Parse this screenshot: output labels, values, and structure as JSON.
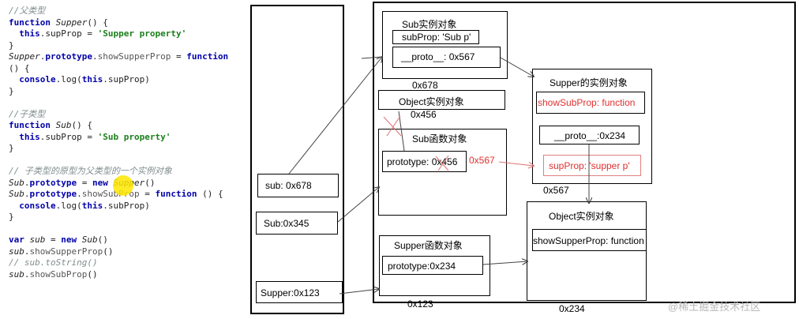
{
  "code": [
    {
      "tokens": [
        {
          "c": "cm",
          "t": "//父类型"
        }
      ]
    },
    {
      "tokens": [
        {
          "c": "kw",
          "t": "function "
        },
        {
          "c": "fn",
          "t": "Supper"
        },
        {
          "c": "plain",
          "t": "() {"
        }
      ]
    },
    {
      "tokens": [
        {
          "c": "plain",
          "t": "  "
        },
        {
          "c": "this",
          "t": "this"
        },
        {
          "c": "plain",
          "t": ".supProp = "
        },
        {
          "c": "str",
          "t": "'Supper property'"
        }
      ]
    },
    {
      "tokens": [
        {
          "c": "plain",
          "t": "}"
        }
      ]
    },
    {
      "tokens": [
        {
          "c": "fn",
          "t": "Supper"
        },
        {
          "c": "plain",
          "t": "."
        },
        {
          "c": "kw",
          "t": "prototype"
        },
        {
          "c": "plain",
          "t": "."
        },
        {
          "c": "prop",
          "t": "showSupperProp"
        },
        {
          "c": "plain",
          "t": " = "
        },
        {
          "c": "kw",
          "t": "function"
        }
      ]
    },
    {
      "tokens": [
        {
          "c": "plain",
          "t": "() {"
        }
      ]
    },
    {
      "tokens": [
        {
          "c": "plain",
          "t": "  "
        },
        {
          "c": "kw",
          "t": "console"
        },
        {
          "c": "plain",
          "t": ".log("
        },
        {
          "c": "this",
          "t": "this"
        },
        {
          "c": "plain",
          "t": ".supProp)"
        }
      ]
    },
    {
      "tokens": [
        {
          "c": "plain",
          "t": "}"
        }
      ]
    },
    {
      "tokens": [
        {
          "c": "plain",
          "t": ""
        }
      ]
    },
    {
      "tokens": [
        {
          "c": "cm",
          "t": "//子类型"
        }
      ]
    },
    {
      "tokens": [
        {
          "c": "kw",
          "t": "function "
        },
        {
          "c": "fn",
          "t": "Sub"
        },
        {
          "c": "plain",
          "t": "() {"
        }
      ]
    },
    {
      "tokens": [
        {
          "c": "plain",
          "t": "  "
        },
        {
          "c": "this",
          "t": "this"
        },
        {
          "c": "plain",
          "t": ".subProp = "
        },
        {
          "c": "str",
          "t": "'Sub property'"
        }
      ]
    },
    {
      "tokens": [
        {
          "c": "plain",
          "t": "}"
        }
      ]
    },
    {
      "tokens": [
        {
          "c": "plain",
          "t": ""
        }
      ]
    },
    {
      "tokens": [
        {
          "c": "cm",
          "t": "// 子类型的原型为父类型的一个实例对象"
        }
      ]
    },
    {
      "tokens": [
        {
          "c": "fn",
          "t": "Sub"
        },
        {
          "c": "plain",
          "t": "."
        },
        {
          "c": "kw",
          "t": "prototype"
        },
        {
          "c": "plain",
          "t": " = "
        },
        {
          "c": "kw",
          "t": "new "
        },
        {
          "c": "fn",
          "t": "Supper"
        },
        {
          "c": "plain",
          "t": "()"
        }
      ]
    },
    {
      "tokens": [
        {
          "c": "fn",
          "t": "Sub"
        },
        {
          "c": "plain",
          "t": "."
        },
        {
          "c": "kw",
          "t": "prototype"
        },
        {
          "c": "plain",
          "t": "."
        },
        {
          "c": "prop",
          "t": "showSubProp"
        },
        {
          "c": "plain",
          "t": " = "
        },
        {
          "c": "kw",
          "t": "function"
        },
        {
          "c": "plain",
          "t": " () {"
        }
      ]
    },
    {
      "tokens": [
        {
          "c": "plain",
          "t": "  "
        },
        {
          "c": "kw",
          "t": "console"
        },
        {
          "c": "plain",
          "t": ".log("
        },
        {
          "c": "this",
          "t": "this"
        },
        {
          "c": "plain",
          "t": ".subProp)"
        }
      ]
    },
    {
      "tokens": [
        {
          "c": "plain",
          "t": "}"
        }
      ]
    },
    {
      "tokens": [
        {
          "c": "plain",
          "t": ""
        }
      ]
    },
    {
      "tokens": [
        {
          "c": "kw",
          "t": "var "
        },
        {
          "c": "fn",
          "t": "sub"
        },
        {
          "c": "plain",
          "t": " = "
        },
        {
          "c": "kw",
          "t": "new "
        },
        {
          "c": "fn",
          "t": "Sub"
        },
        {
          "c": "plain",
          "t": "()"
        }
      ]
    },
    {
      "tokens": [
        {
          "c": "fn",
          "t": "sub"
        },
        {
          "c": "plain",
          "t": "."
        },
        {
          "c": "prop",
          "t": "showSupperProp"
        },
        {
          "c": "plain",
          "t": "()"
        }
      ]
    },
    {
      "tokens": [
        {
          "c": "cm",
          "t": "// sub.toString()"
        }
      ]
    },
    {
      "tokens": [
        {
          "c": "fn",
          "t": "sub"
        },
        {
          "c": "plain",
          "t": "."
        },
        {
          "c": "prop",
          "t": "showSubProp"
        },
        {
          "c": "plain",
          "t": "()"
        }
      ]
    }
  ],
  "diagram": {
    "stack": {
      "sub": "sub: 0x678",
      "Sub": "Sub:0x345",
      "Supper": "Supper:0x123"
    },
    "sub_instance": {
      "title": "Sub实例对象",
      "subProp": "subProp: 'Sub p'",
      "proto": "__proto__: 0x567",
      "addr": "0x678"
    },
    "object_instance": {
      "title": "Object实例对象",
      "addr": "0x456"
    },
    "sub_function": {
      "title": "Sub函数对象",
      "prototype": "prototype: 0x456",
      "new_addr": "0x567"
    },
    "supper_function": {
      "title": "Supper函数对象",
      "prototype": "prototype:0x234",
      "addr": "0x123"
    },
    "supper_instance": {
      "title": "Supper的实例对象",
      "showSubProp": "showSubProp: function",
      "proto": "__proto__:0x234",
      "supProp": "supProp: 'supper p'",
      "addr": "0x567"
    },
    "object_proto": {
      "title": "Object实例对象",
      "method": "showSupperProp: function",
      "addr": "0x234"
    }
  },
  "watermark": "@稀土掘金技术社区",
  "colors": {
    "accent_red": "#e03030",
    "keyword": "#0000aa",
    "string": "#1a7f1a",
    "comment": "#7f8c8d"
  }
}
